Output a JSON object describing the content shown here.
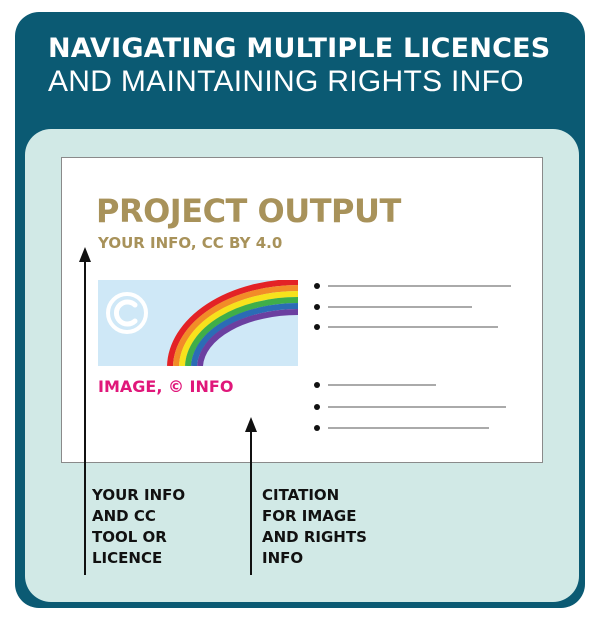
{
  "header": {
    "title_line1": "NAVIGATING MULTIPLE LICENCES",
    "title_line2": "AND MAINTAINING RIGHTS INFO"
  },
  "slide": {
    "title": "PROJECT OUTPUT",
    "subtitle": "YOUR INFO, CC BY 4.0",
    "image_caption": "IMAGE, © INFO",
    "bullet_group_1_count": 3,
    "bullet_group_2_count": 3
  },
  "annotations": {
    "left_lines": [
      "YOUR INFO",
      "AND CC",
      "TOOL OR",
      "LICENCE"
    ],
    "right_lines": [
      "CITATION",
      "FOR IMAGE",
      "AND RIGHTS",
      "INFO"
    ]
  },
  "colors": {
    "header_bg": "#0b5a73",
    "inner_bg": "#d1e9e6",
    "title_gold": "#a8925a",
    "caption_pink": "#e0177a",
    "image_bg": "#cfe8f7"
  }
}
